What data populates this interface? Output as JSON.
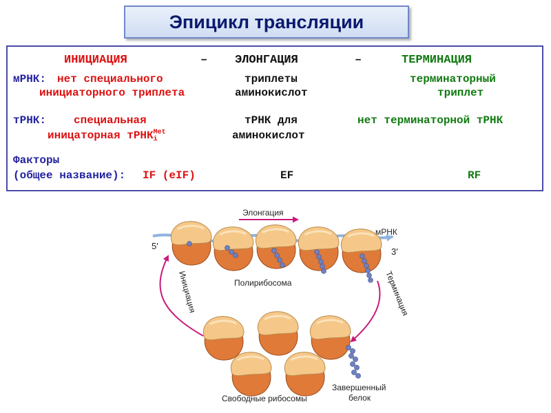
{
  "title": "Эпицикл трансляции",
  "table": {
    "headers": {
      "initiation": "ИНИЦИАЦИЯ",
      "dash1": "–",
      "elongation": "ЭЛОНГАЦИЯ",
      "dash2": "–",
      "termination": "ТЕРМИНАЦИЯ"
    },
    "mrna": {
      "label": "мРНК:",
      "init_line1": "нет специального",
      "init_line2": "инициаторного триплета",
      "elong_line1": "триплеты",
      "elong_line2": "аминокислот",
      "term_line1": "терминаторный",
      "term_line2": "триплет"
    },
    "trna": {
      "label": "тРНК:",
      "init_line1": "специальная",
      "init_line2": "иницаторная тРНК",
      "init_sup": "Met",
      "init_sub": "i",
      "elong_line1": "тРНК для",
      "elong_line2": "аминокислот",
      "term_line1": "нет терминаторной тРНК"
    },
    "factors": {
      "label_line1": "Факторы",
      "label_line2": "(общее название):",
      "init": "IF (eIF)",
      "elong": "EF",
      "term": "RF"
    }
  },
  "diagram": {
    "elongation_label": "Элонгация",
    "mrna_label": "мРНК",
    "five_prime": "5′",
    "three_prime": "3′",
    "polysome_label": "Полирибосома",
    "initiation_label": "Инициация",
    "termination_label": "Терминация",
    "free_ribosomes_label": "Свободные рибосомы",
    "finished_protein_line1": "Завершенный",
    "finished_protein_line2": "белок",
    "colors": {
      "large_subunit": "#f5c889",
      "small_subunit": "#e07a38",
      "mrna": "#8fb3de",
      "arrow": "#c8197a",
      "peptide": "#6f81bf"
    }
  }
}
